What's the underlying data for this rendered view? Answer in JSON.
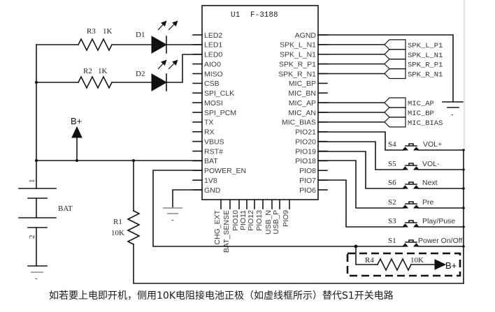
{
  "chip": {
    "ref": "U1",
    "part_number": "F-3188",
    "left_pins": [
      "LED2",
      "LED1",
      "LED0",
      "AIO0",
      "MISO",
      "CSB",
      "SPI_CLK",
      "MOSI",
      "SPI_PCM",
      "TX",
      "RX",
      "VBUS",
      "RST#",
      "BAT",
      "POWER_EN",
      "1V8",
      "GND"
    ],
    "right_pins": [
      "AGND",
      "SPK_L_N1",
      "SPK_L_N1",
      "SPK_R_P1",
      "SPK_R_N1",
      "MIC_BP",
      "MIC_BN",
      "MIC_AP",
      "MIC_AN",
      "MIC_BIAS",
      "PIO21",
      "PIO20",
      "PIO19",
      "PIO18",
      "PIO8",
      "PIO7",
      "PIO6"
    ],
    "bottom_pins": [
      "CHG_EXT",
      "BAT_SENSE",
      "PIO10",
      "PIO11",
      "PIO12",
      "PIO13",
      "USB_N",
      "USB_P",
      "PIO9"
    ]
  },
  "led_circuit": {
    "r3": {
      "ref": "R3",
      "value": "1K"
    },
    "r2": {
      "ref": "R2",
      "value": "1K"
    },
    "d1": "D1",
    "d2": "D2"
  },
  "power": {
    "b_plus": "B+",
    "battery": {
      "ref": "BAT",
      "pin1": "1",
      "pin2": "2"
    },
    "r1": {
      "ref": "R1",
      "value": "10K"
    },
    "ground_label": "-"
  },
  "connectors": {
    "speaker": [
      "SPK_L_P1",
      "SPK_L_N1",
      "SPK_R_P1",
      "SPK_R_N1"
    ],
    "mic": [
      "MIC_AP",
      "MIC_BP",
      "MIC_BIAS"
    ]
  },
  "switches": [
    {
      "ref": "S4",
      "function": "VOL+"
    },
    {
      "ref": "S5",
      "function": "VOL-"
    },
    {
      "ref": "S6",
      "function": "Next"
    },
    {
      "ref": "S2",
      "function": "Pre"
    },
    {
      "ref": "S3",
      "function": "Play/Puse"
    },
    {
      "ref": "S1",
      "function": "Power On/Off"
    }
  ],
  "auto_power_option": {
    "r4": {
      "ref": "R4",
      "value": "10K"
    },
    "target": "B+"
  },
  "caption": "如若要上电即开机，侧用10K电阻接电池正极（如虚线框所示）替代S1开关电路"
}
